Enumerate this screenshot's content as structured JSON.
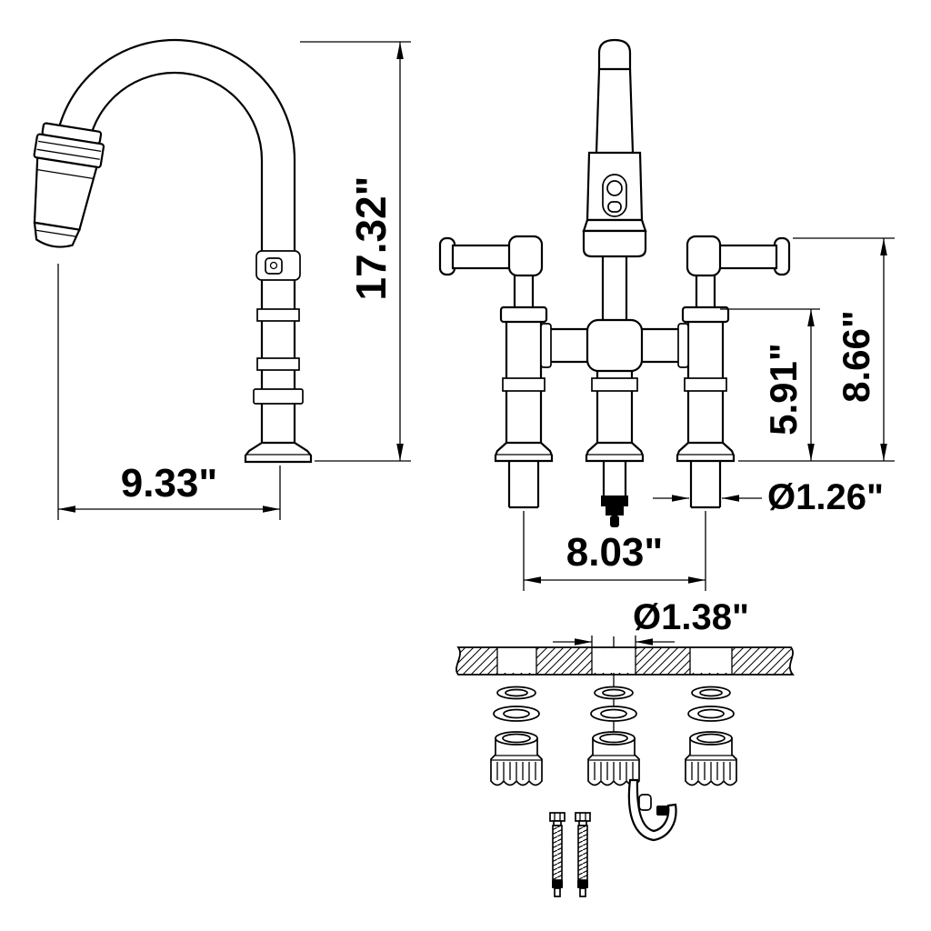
{
  "colors": {
    "line": "#000000",
    "background": "#ffffff"
  },
  "side_view": {
    "overall_height": "17.32\"",
    "spout_reach": "9.33\""
  },
  "front_view": {
    "spout_height": "5.91\"",
    "overall_height": "8.66\"",
    "shank_diameter": "Ø1.26\"",
    "handle_spread": "8.03\""
  },
  "installation": {
    "hole_diameter": "Ø1.38\""
  }
}
